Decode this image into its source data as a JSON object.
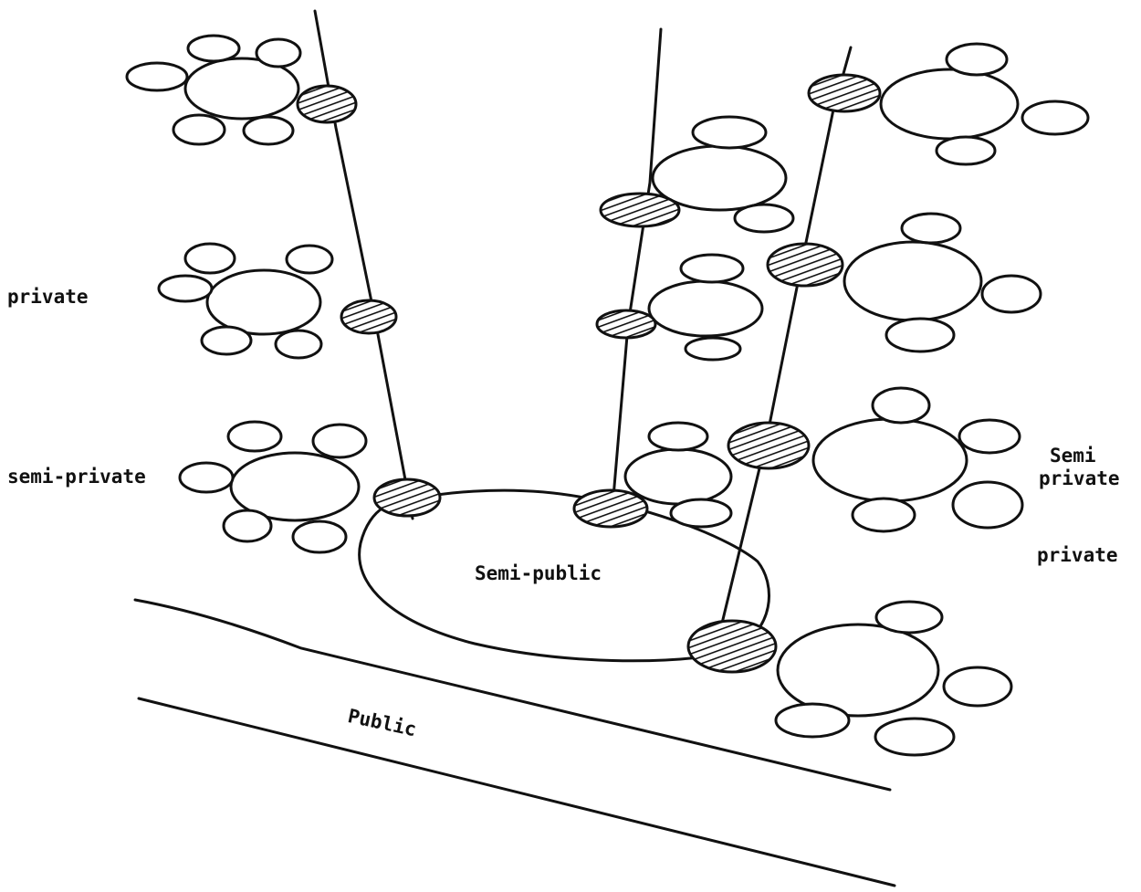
{
  "labels": {
    "private_left": "private",
    "semi_private_left": "semi-private",
    "semi_private_right_1": "Semi",
    "semi_private_right_2": "private",
    "private_right": "private",
    "semi_public": "Semi-public",
    "public": "Public"
  },
  "colors": {
    "ink": "#111111",
    "paper": "#ffffff"
  }
}
